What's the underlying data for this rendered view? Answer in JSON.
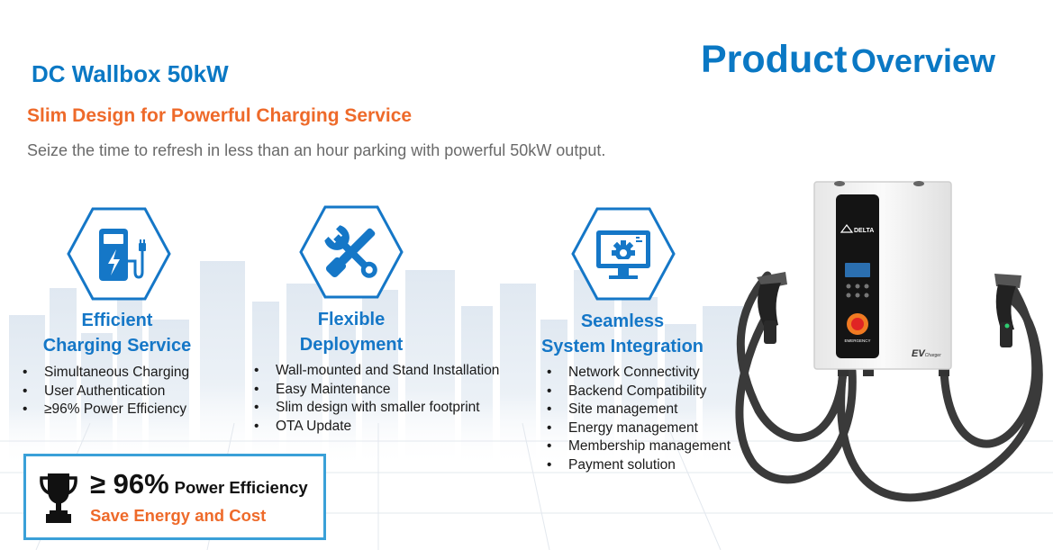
{
  "page": {
    "title_word1": "Product",
    "title_word2": "Overview",
    "model": "DC Wallbox 50kW",
    "headline": "Slim Design for Powerful Charging Service",
    "tagline": "Seize the time to refresh in less than an hour parking with powerful 50kW output."
  },
  "colors": {
    "brand_blue": "#0a78c4",
    "accent_orange": "#ee6a2a",
    "box_border": "#3aa0d8"
  },
  "features": [
    {
      "icon": "ev-charging-station-icon",
      "title_lines": [
        "Efficient",
        "Charging Service"
      ],
      "bullets": [
        "Simultaneous Charging",
        "User Authentication",
        "≥96% Power Efficiency"
      ]
    },
    {
      "icon": "wrench-screwdriver-icon",
      "title_lines": [
        "Flexible",
        "Deployment"
      ],
      "bullets": [
        "Wall-mounted and Stand Installation",
        "Easy Maintenance",
        "Slim design with smaller footprint",
        "OTA Update"
      ]
    },
    {
      "icon": "monitor-gear-icon",
      "title_lines": [
        "Seamless",
        "System Integration"
      ],
      "bullets": [
        "Network Connectivity",
        "Backend Compatibility",
        "Site management",
        "Energy management",
        "Membership management",
        "Payment solution"
      ]
    }
  ],
  "efficiency_box": {
    "icon": "trophy-icon",
    "symbol_value": "≥ 96%",
    "label": "Power Efficiency",
    "subtitle": "Save Energy and Cost"
  },
  "charger_image": {
    "brand_text": "DELTA",
    "emergency_text": "EMERGENCY",
    "ev_text": "EV",
    "charger_text": "Charger"
  }
}
